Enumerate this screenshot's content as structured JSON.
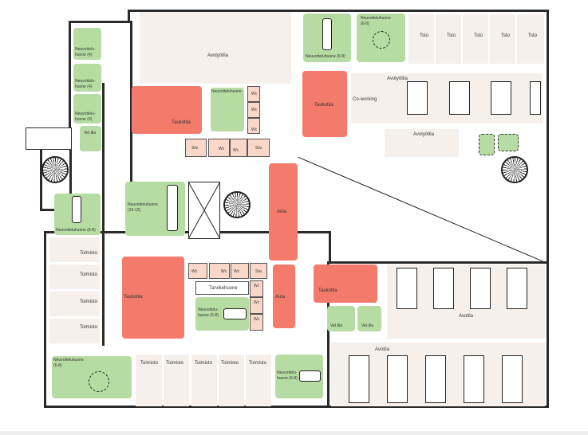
{
  "plan": {
    "rooms": [
      {
        "label": "Avotyötila",
        "type": "open"
      },
      {
        "label": "Neuvottelu-huone (4)",
        "type": "meeting"
      },
      {
        "label": "Neuvottelu-huone (4)",
        "type": "meeting"
      },
      {
        "label": "Neuvottelu-huone (4)",
        "type": "meeting"
      },
      {
        "label": "Vet.tila",
        "type": "meeting"
      },
      {
        "label": "Taukotila",
        "type": "break"
      },
      {
        "label": "Neuvotteluhuone",
        "type": "meeting"
      },
      {
        "label": "Wc",
        "type": "service"
      },
      {
        "label": "Wc",
        "type": "service"
      },
      {
        "label": "Wc",
        "type": "service"
      },
      {
        "label": "Siiv.",
        "type": "service"
      },
      {
        "label": "Wc",
        "type": "service"
      },
      {
        "label": "Wc",
        "type": "service"
      },
      {
        "label": "Siiv.",
        "type": "service"
      },
      {
        "label": "Neuvotteluhuone (6-8)",
        "type": "meeting"
      },
      {
        "label": "Neuvotteluhuone (6-8)",
        "type": "meeting"
      },
      {
        "label": "Tsto",
        "type": "office"
      },
      {
        "label": "Tsto",
        "type": "office"
      },
      {
        "label": "Tsto",
        "type": "office"
      },
      {
        "label": "Tsto",
        "type": "office"
      },
      {
        "label": "Tsto",
        "type": "office"
      },
      {
        "label": "Taukotila",
        "type": "break"
      },
      {
        "label": "Avotyötila",
        "type": "open"
      },
      {
        "label": "Co-working",
        "type": "open"
      },
      {
        "label": "Avotyötila",
        "type": "open"
      },
      {
        "label": "Aula",
        "type": "lobby"
      },
      {
        "label": "Neuvotteluhuone (10-12)",
        "type": "meeting"
      },
      {
        "label": "Neuvotteluhuone (6-8)",
        "type": "meeting"
      },
      {
        "label": "Toimisto",
        "type": "office"
      },
      {
        "label": "Toimisto",
        "type": "office"
      },
      {
        "label": "Toimisto",
        "type": "office"
      },
      {
        "label": "Toimisto",
        "type": "office"
      },
      {
        "label": "Taukotila",
        "type": "break"
      },
      {
        "label": "Wc",
        "type": "service"
      },
      {
        "label": "Wc",
        "type": "service"
      },
      {
        "label": "Wc",
        "type": "service"
      },
      {
        "label": "Siiv.",
        "type": "service"
      },
      {
        "label": "Tarvikehuone",
        "type": "storage"
      },
      {
        "label": "Neuvottelu-huone (6-8)",
        "type": "meeting"
      },
      {
        "label": "Wc",
        "type": "service"
      },
      {
        "label": "Wc",
        "type": "service"
      },
      {
        "label": "Wc",
        "type": "service"
      },
      {
        "label": "Aula",
        "type": "lobby"
      },
      {
        "label": "Taukotila",
        "type": "break"
      },
      {
        "label": "Vet.tila",
        "type": "meeting"
      },
      {
        "label": "Vet.tila",
        "type": "meeting"
      },
      {
        "label": "Avotila",
        "type": "open"
      },
      {
        "label": "Avotila",
        "type": "open"
      },
      {
        "label": "Neuvotteluhuone (6-8)",
        "type": "meeting"
      },
      {
        "label": "Toimisto",
        "type": "office"
      },
      {
        "label": "Toimisto",
        "type": "office"
      },
      {
        "label": "Toimisto",
        "type": "office"
      },
      {
        "label": "Toimisto",
        "type": "office"
      },
      {
        "label": "Toimisto",
        "type": "office"
      },
      {
        "label": "Neuvottelu-huone (6-8)",
        "type": "meeting"
      }
    ]
  },
  "colors": {
    "meeting": "#b7dca3",
    "break": "#f47b6b",
    "service": "#f9d8c9",
    "open": "#f6f0ec"
  }
}
